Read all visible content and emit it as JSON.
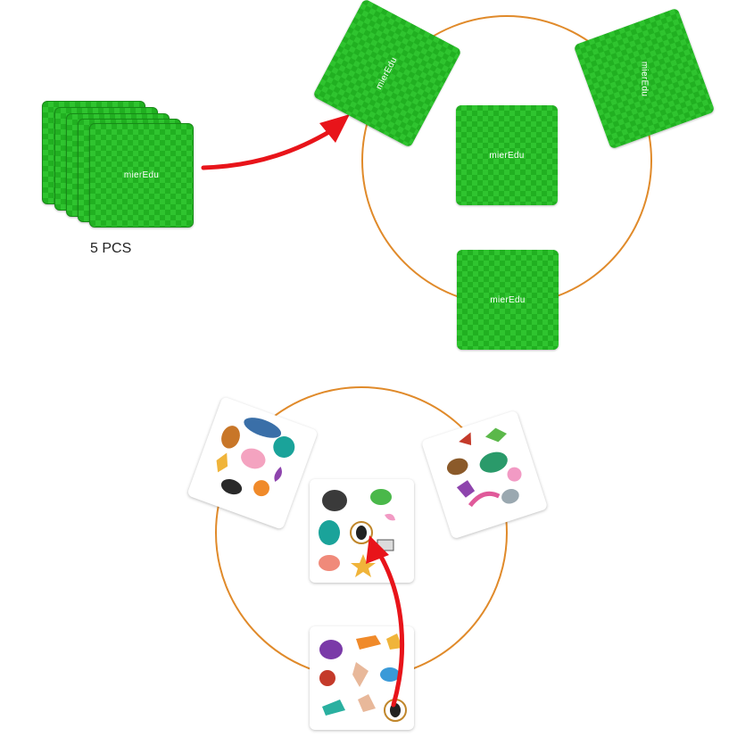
{
  "deck": {
    "label": "5 PCS",
    "brand": "mierEdu"
  },
  "colors": {
    "card_green": "#21b021",
    "card_check": "#2fc42f",
    "circle": "#e08a2a",
    "arrow": "#e8141a"
  },
  "icons": {
    "arrow_top": "red-curved-arrow",
    "arrow_bottom": "red-curved-arrow",
    "match_marker": "circle-highlight"
  }
}
